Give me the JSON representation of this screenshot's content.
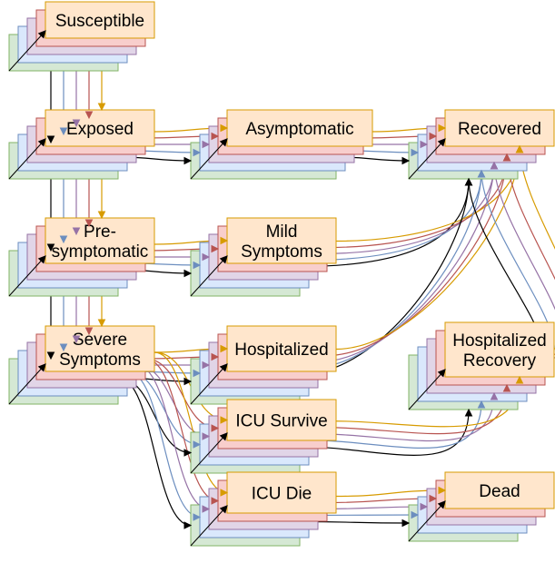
{
  "colors": {
    "layers": [
      "#d5e8d4",
      "#dae8fc",
      "#e1d5e7",
      "#f8cecc",
      "#ffe6cc"
    ],
    "layer_strokes": [
      "#82b366",
      "#6c8ebf",
      "#9673a6",
      "#b85450",
      "#d79b00"
    ],
    "arrows": [
      "#000000",
      "#6c8ebf",
      "#9673a6",
      "#b85450",
      "#d79b00"
    ]
  },
  "nodes": [
    {
      "id": "susceptible",
      "lines": [
        "Susceptible"
      ]
    },
    {
      "id": "exposed",
      "lines": [
        "Exposed"
      ]
    },
    {
      "id": "asymptomatic",
      "lines": [
        "Asymptomatic"
      ]
    },
    {
      "id": "recovered",
      "lines": [
        "Recovered"
      ]
    },
    {
      "id": "presymptomatic",
      "lines": [
        "Pre-",
        "symptomatic"
      ]
    },
    {
      "id": "mild",
      "lines": [
        "Mild",
        "Symptoms"
      ]
    },
    {
      "id": "severe",
      "lines": [
        "Severe",
        "Symptoms"
      ]
    },
    {
      "id": "hospitalized",
      "lines": [
        "Hospitalized"
      ]
    },
    {
      "id": "hosprecovery",
      "lines": [
        "Hospitalized",
        "Recovery"
      ]
    },
    {
      "id": "icusurvive",
      "lines": [
        "ICU Survive"
      ]
    },
    {
      "id": "icudie",
      "lines": [
        "ICU Die"
      ]
    },
    {
      "id": "dead",
      "lines": [
        "Dead"
      ]
    }
  ],
  "edges": [
    {
      "from": "susceptible",
      "to": "exposed"
    },
    {
      "from": "exposed",
      "to": "asymptomatic"
    },
    {
      "from": "exposed",
      "to": "presymptomatic"
    },
    {
      "from": "asymptomatic",
      "to": "recovered"
    },
    {
      "from": "presymptomatic",
      "to": "mild"
    },
    {
      "from": "presymptomatic",
      "to": "severe"
    },
    {
      "from": "mild",
      "to": "recovered"
    },
    {
      "from": "severe",
      "to": "hospitalized"
    },
    {
      "from": "severe",
      "to": "icusurvive"
    },
    {
      "from": "severe",
      "to": "icudie"
    },
    {
      "from": "hospitalized",
      "to": "recovered"
    },
    {
      "from": "icusurvive",
      "to": "hosprecovery"
    },
    {
      "from": "hosprecovery",
      "to": "recovered"
    },
    {
      "from": "icudie",
      "to": "dead"
    }
  ]
}
